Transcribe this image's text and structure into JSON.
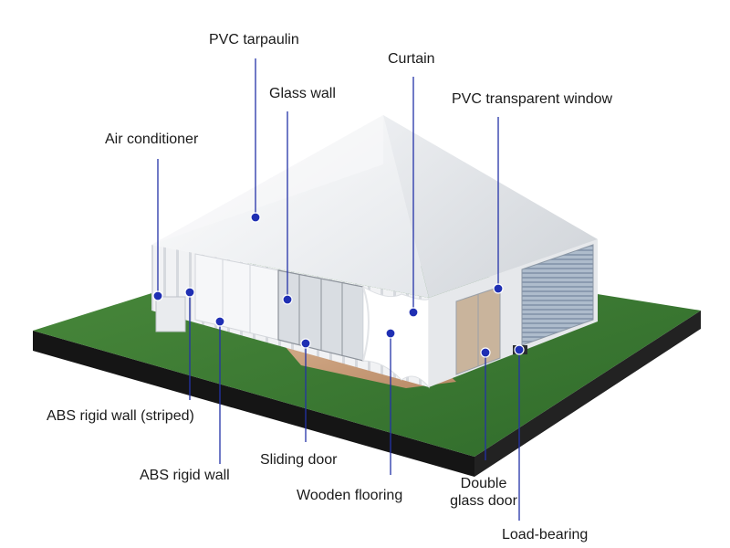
{
  "labels": {
    "pvc_tarpaulin": "PVC tarpaulin",
    "curtain": "Curtain",
    "glass_wall": "Glass wall",
    "pvc_window": "PVC transparent window",
    "air_conditioner": "Air conditioner",
    "abs_striped": "ABS rigid wall (striped)",
    "abs_wall": "ABS rigid wall",
    "sliding_door": "Sliding door",
    "wooden_flooring": "Wooden flooring",
    "double_glass_door_l1": "Double",
    "double_glass_door_l2": "glass door",
    "load_bearing": "Load-bearing"
  },
  "colors": {
    "leader": "#2432a8",
    "marker": "#1f2fb3",
    "grass": "#3f7d34",
    "soil": "#1b1b1b",
    "tent": "#f4f5f7"
  }
}
